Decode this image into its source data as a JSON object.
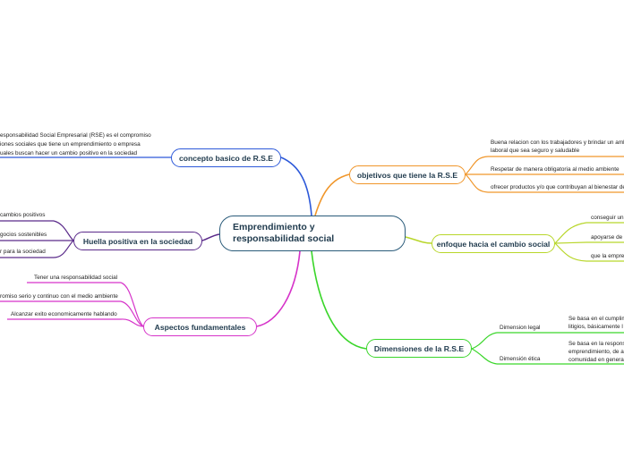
{
  "central": {
    "title_line1": "Emprendimiento y",
    "title_line2": "responsabilidad social"
  },
  "branches": {
    "concepto": {
      "label": "concepto basico de R.S.E",
      "color": "#2d59d9",
      "leaf_lines": [
        "esponsabilidad Social Empresarial (RSE) es el compromiso",
        "iones sociales que tiene un emprendimiento o empresa",
        "uales buscan hacer un cambio positivo en la sociedad"
      ]
    },
    "huella": {
      "label": "Huella positiva en la sociedad",
      "color": "#5a2a8a",
      "leaves": [
        " cambios positivos",
        "gocios sostenibles",
        "r para la sociedad"
      ]
    },
    "aspectos": {
      "label": "Aspectos fundamentales",
      "color": "#d633c9",
      "leaves": [
        "Tener una responsabilidad social",
        "romiso serio y continuo con el medio ambiente",
        "Alcanzar exito economicamente hablando"
      ]
    },
    "objetivos": {
      "label": "objetivos que tiene la R.S.E",
      "color": "#f0962a",
      "leaves": [
        [
          "Buena relacion con los trabajadores y brindar un amb",
          "laboral que sea seguro y saludable"
        ],
        [
          "Respetar de manera obligatoria al medio ambiente"
        ],
        [
          "ofrecer productos y/o que contribuyan al bienestar de"
        ]
      ]
    },
    "enfoque": {
      "label": "enfoque hacia el cambio social",
      "color": "#b8d62a",
      "leaves": [
        "conseguir un",
        "apoyarse de l",
        "que la empre"
      ]
    },
    "dimensiones": {
      "label": "Dimensiones de la R.S.E",
      "color": "#3ad62a",
      "sub": [
        {
          "label": "Dimension legal",
          "detail": [
            "Se basa en el cumplim",
            "litigios, básicamente l"
          ]
        },
        {
          "label": "Dimensión ética",
          "detail": [
            "Se basa en la respons",
            "emprendimiento, de a",
            "comunidad en genera"
          ]
        }
      ]
    }
  }
}
